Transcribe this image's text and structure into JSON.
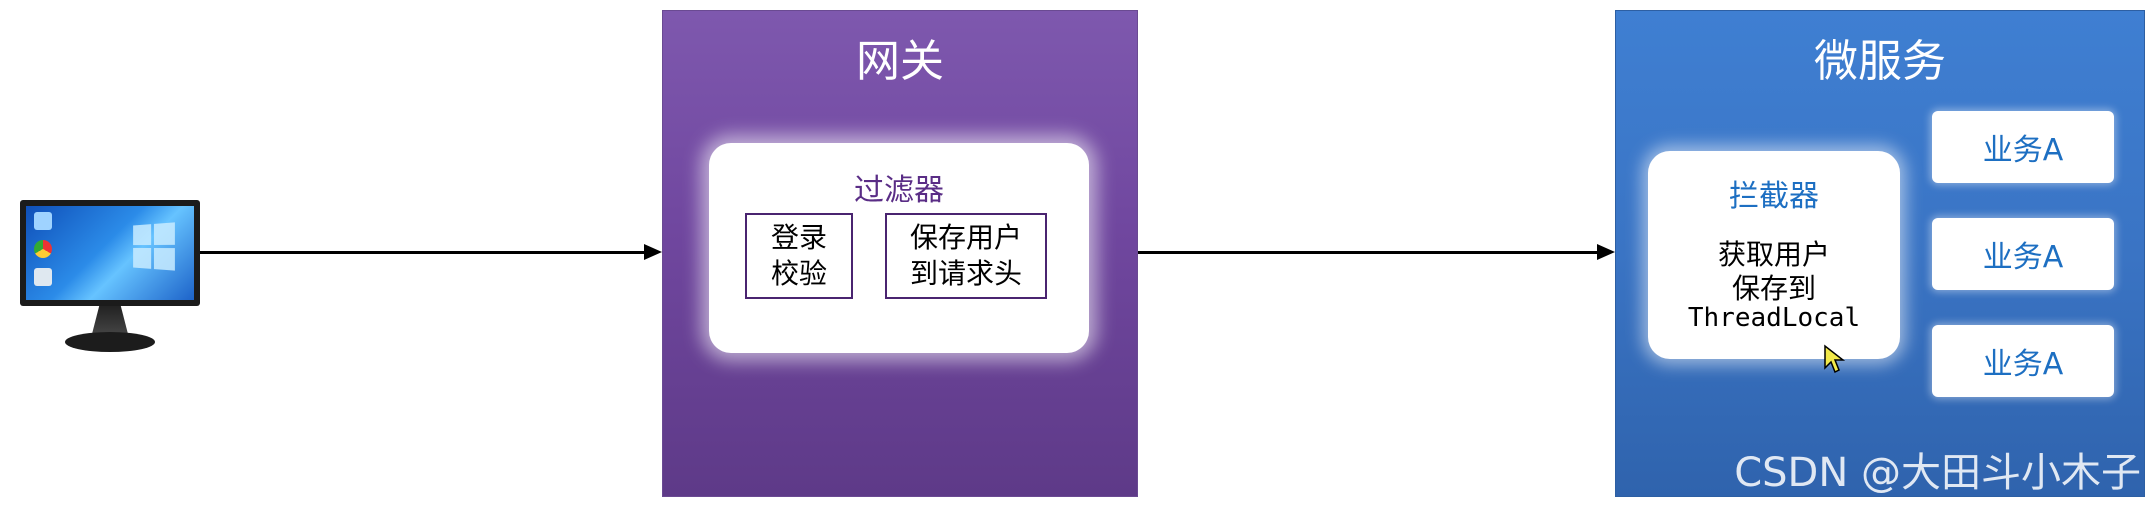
{
  "gateway": {
    "title": "网关",
    "filter": {
      "title": "过滤器",
      "login_check": [
        "登录",
        "校验"
      ],
      "save_user": [
        "保存用户",
        "到请求头"
      ]
    }
  },
  "microservice": {
    "title": "微服务",
    "interceptor": {
      "title": "拦截器",
      "lines": [
        "获取用户",
        "保存到",
        "ThreadLocal"
      ]
    },
    "business": [
      "业务A",
      "业务A",
      "业务A"
    ]
  },
  "watermark": "CSDN @大田斗小木子",
  "colors": {
    "gateway": "#7252a4",
    "microservice": "#3a74c4",
    "filter_title": "#5a2d86",
    "interceptor_title": "#1d6fc2"
  }
}
